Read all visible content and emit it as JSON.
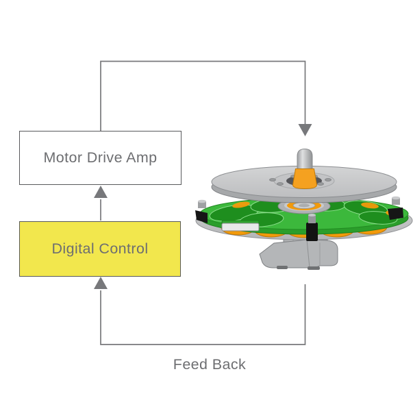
{
  "diagram": {
    "boxes": {
      "motor_drive_amp": {
        "label": "Motor Drive Amp"
      },
      "digital_control": {
        "label": "Digital Control"
      }
    },
    "labels": {
      "feedback": "Feed Back"
    },
    "illustration": "direct-drive-motor-with-encoder",
    "colors": {
      "background": "#FFFFFF",
      "line": "#77787B",
      "text": "#6D6E71",
      "box_border": "#58595B",
      "motor_drive_amp_fill": "#FFFFFF",
      "digital_control_fill": "#F2E74D",
      "pcb_green": "#3CB83C",
      "pcb_green_dark": "#2B9E2B",
      "coil_orange": "#F29A0B",
      "shaft_orange": "#F5A120",
      "disc_gray": "#C9CACC"
    }
  }
}
